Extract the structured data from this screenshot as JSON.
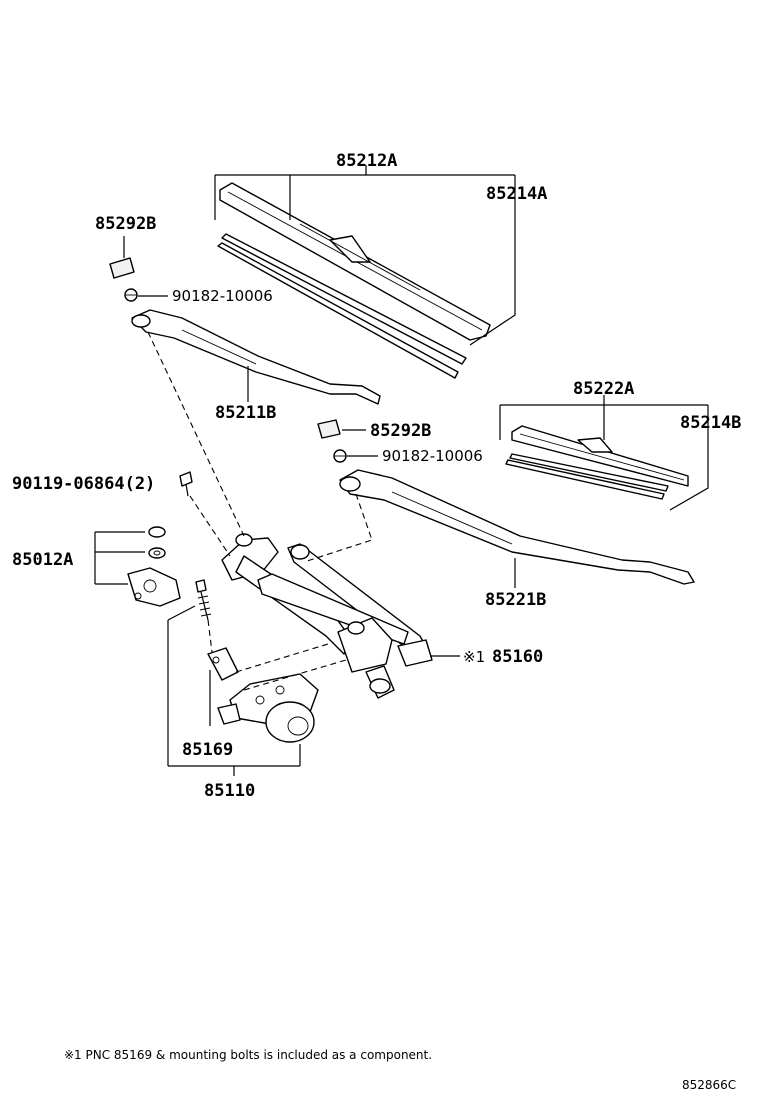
{
  "labels": {
    "blade_front": "85212A",
    "refill_front": "85214A",
    "cap_front": "85292B",
    "nut_front": "90182-10006",
    "arm_front": "85211B",
    "cap_rear": "85292B",
    "nut_rear": "90182-10006",
    "bolt": "90119-06864(2)",
    "motor_kit": "85012A",
    "blade_rear": "85222A",
    "refill_rear": "85214B",
    "arm_rear": "85221B",
    "link_prefix": "※1",
    "link": "85160",
    "sub_part": "85169",
    "motor": "85110"
  },
  "footnote": "※1  PNC 85169 & mounting bolts is included as a component.",
  "diagram_code": "852866C"
}
